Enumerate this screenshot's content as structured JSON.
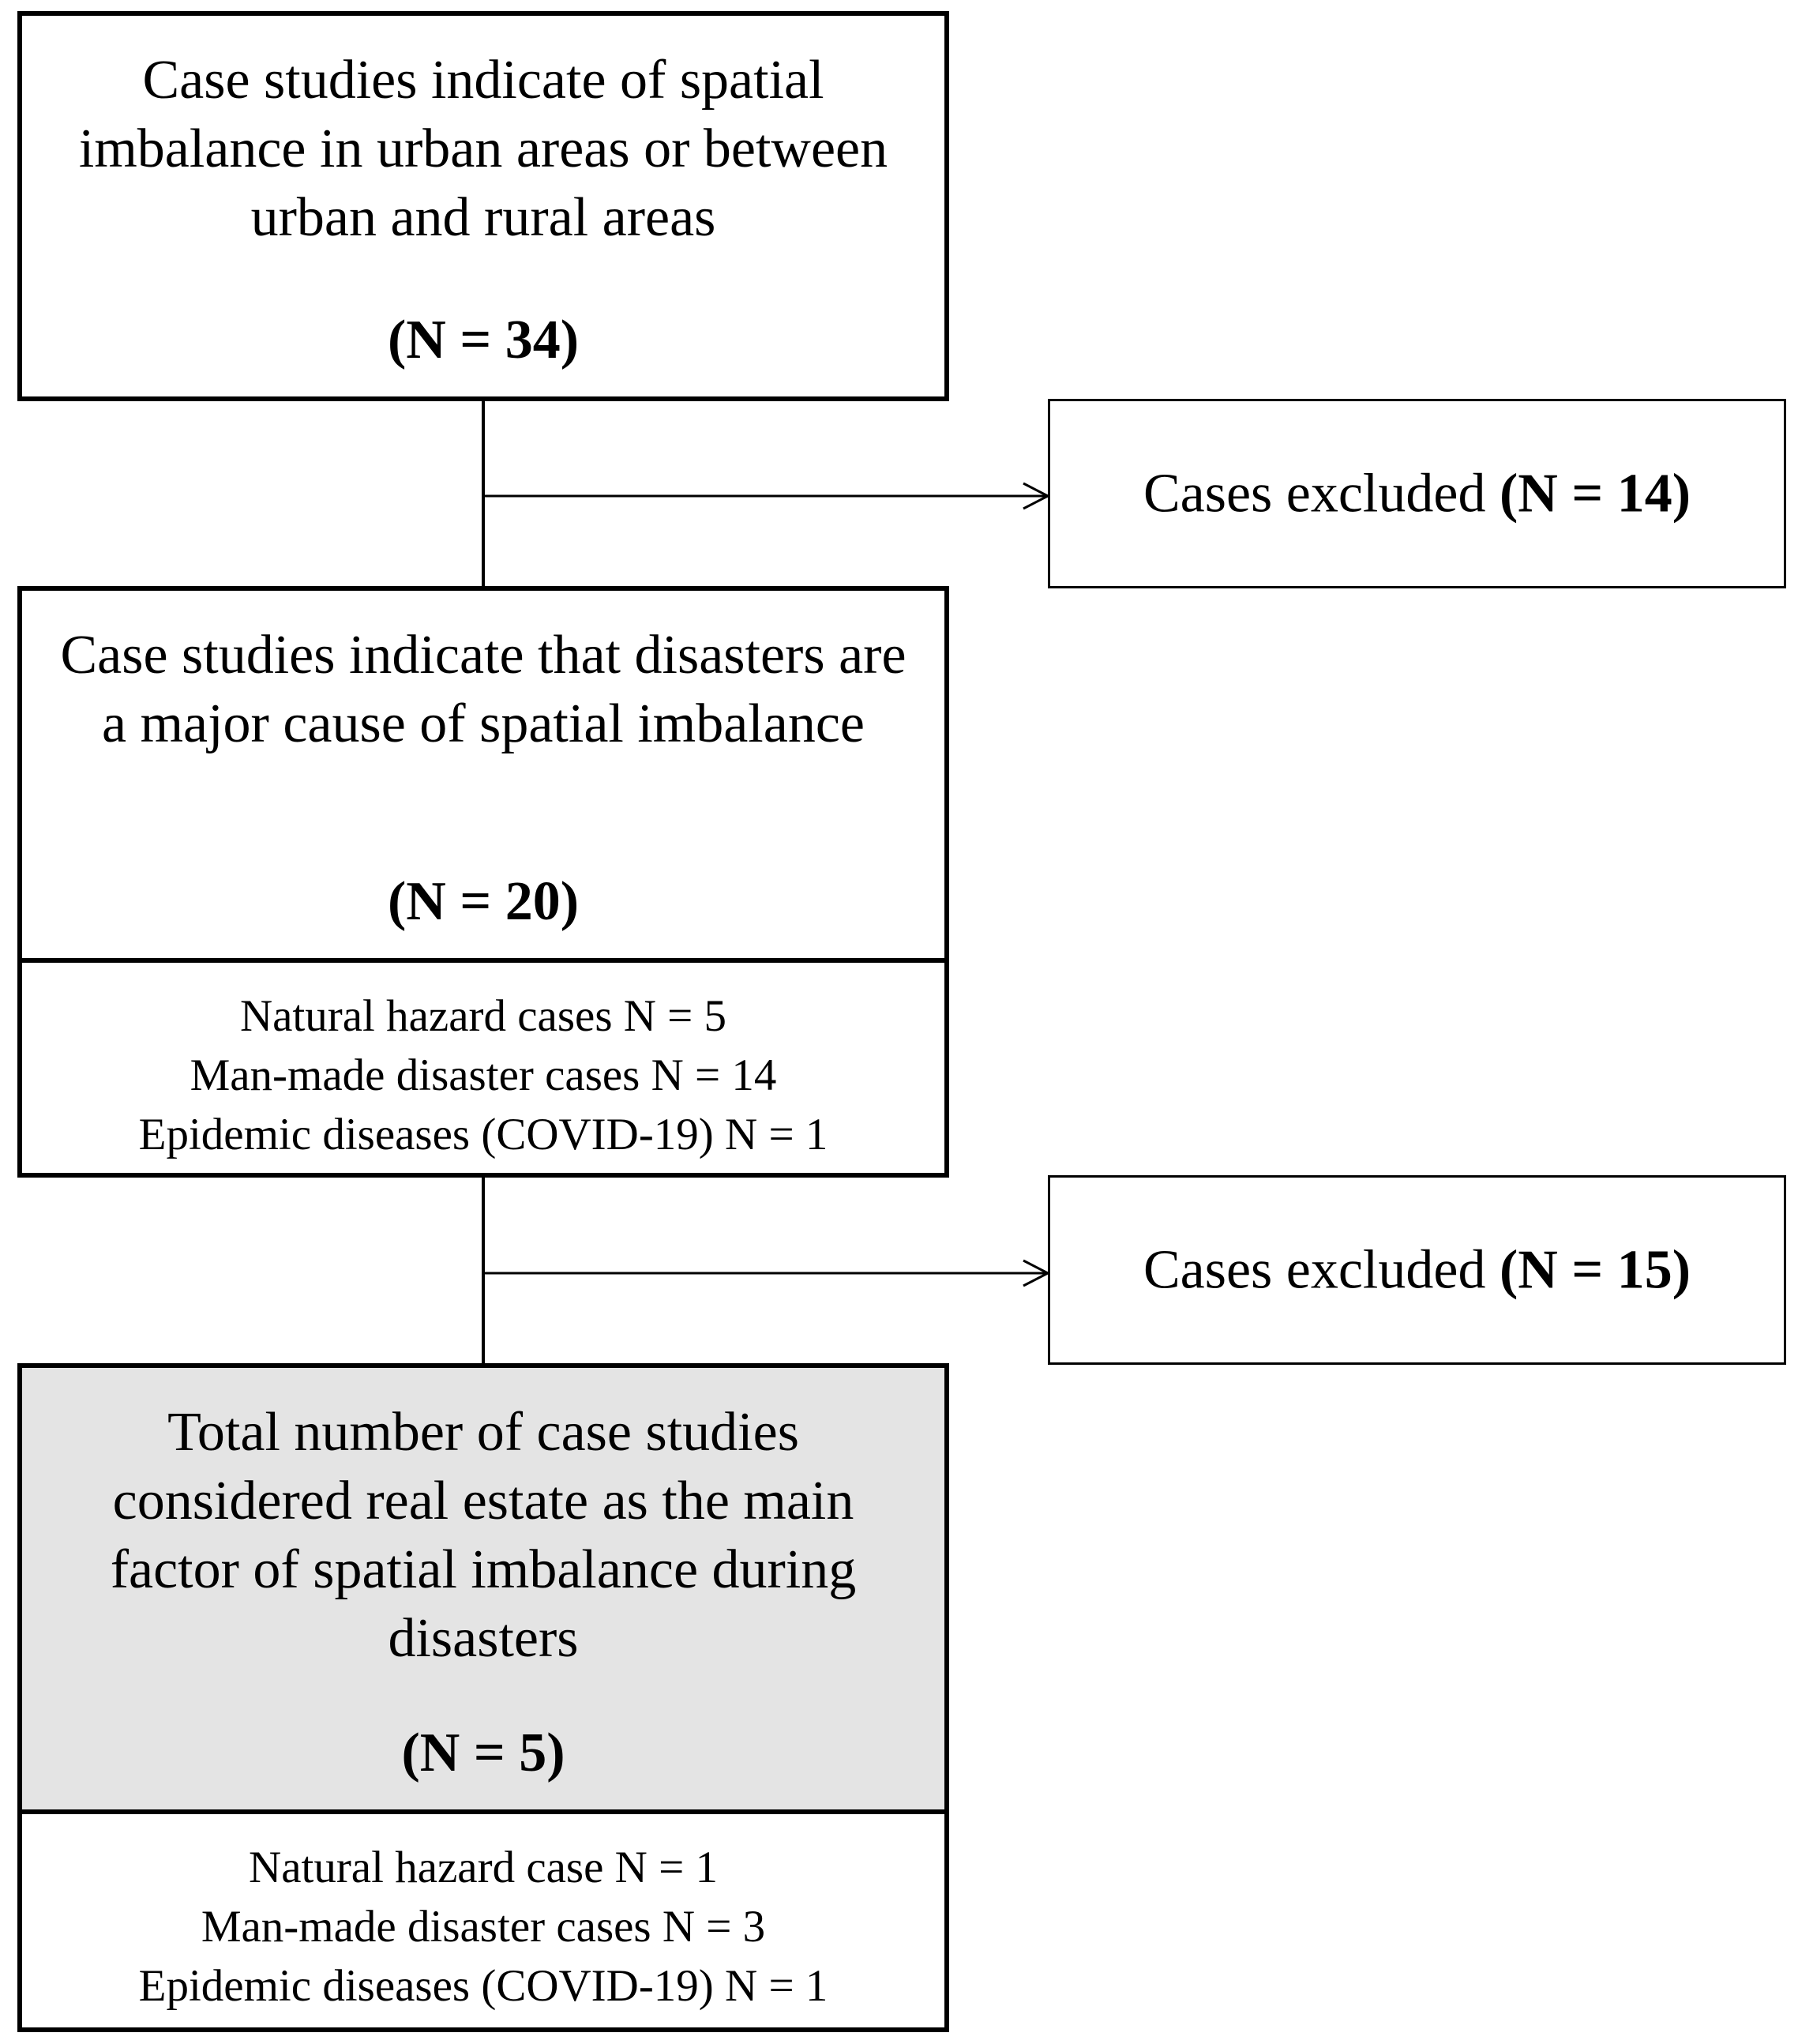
{
  "boxes": {
    "initial": {
      "title": "Case studies indicate of spatial imbalance in urban areas or between urban and rural areas",
      "count": "(N = 34)"
    },
    "excluded_1": {
      "label": "Cases excluded ",
      "count": "(N = 14)"
    },
    "disasters": {
      "title": "Case studies indicate that disasters are a major cause of spatial imbalance",
      "count": "(N = 20)",
      "breakdown": [
        "Natural hazard cases N = 5",
        "Man-made disaster cases N = 14",
        "Epidemic diseases (COVID-19) N = 1"
      ]
    },
    "excluded_2": {
      "label": "Cases excluded ",
      "count": "(N = 15)"
    },
    "final": {
      "title": "Total number of case studies considered real estate as the main factor of spatial imbalance during disasters",
      "count": "(N = 5)",
      "breakdown": [
        "Natural hazard case N = 1",
        "Man-made disaster cases N = 3",
        "Epidemic diseases (COVID-19) N = 1"
      ]
    }
  },
  "colors": {
    "border": "#000000",
    "final_box_fill": "#e4e4e4",
    "default_fill": "#ffffff"
  }
}
